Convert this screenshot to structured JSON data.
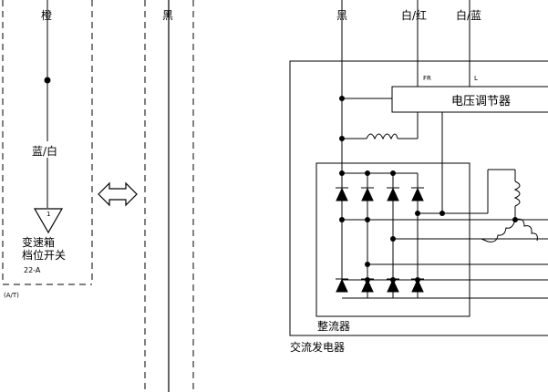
{
  "wires": {
    "orange": "橙",
    "blue_white": "蓝/白",
    "black_mid": "黑",
    "black_right": "黑",
    "white_red": "白/红",
    "white_blue": "白/蓝"
  },
  "switch": {
    "line1": "变速箱",
    "line2": "档位开关",
    "code": "22-A",
    "note": "(A/T)",
    "pin": "1"
  },
  "regulator": {
    "label": "电压调节器",
    "pin_fr": "FR",
    "pin_l": "L"
  },
  "rectifier": {
    "label": "整流器"
  },
  "alternator": {
    "label": "交流发电器"
  },
  "icons": [
    "double-arrow-icon",
    "ground-triangle-icon",
    "diode-icon",
    "coil-icon"
  ],
  "colors": {
    "line": "#000000",
    "background": "#ffffff"
  }
}
